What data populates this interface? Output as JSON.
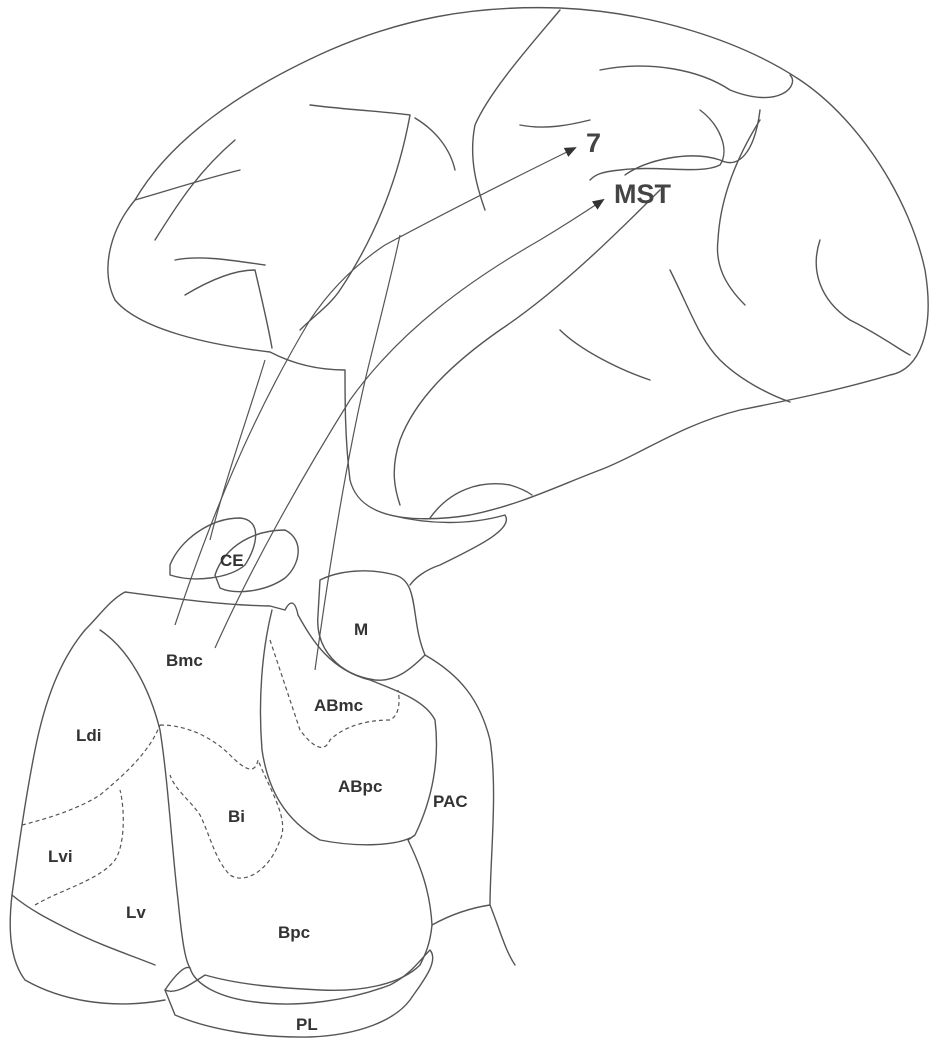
{
  "cortical_targets": {
    "area7": "7",
    "mst": "MST"
  },
  "nuclei": {
    "ce": "CE",
    "m": "M",
    "bmc": "Bmc",
    "abmc": "ABmc",
    "ldi": "Ldi",
    "abpc": "ABpc",
    "pac": "PAC",
    "bi": "Bi",
    "lvi": "Lvi",
    "lv": "Lv",
    "bpc": "Bpc",
    "pl": "PL"
  },
  "colors": {
    "line": "#555555",
    "text": "#333333",
    "background": "#ffffff"
  }
}
